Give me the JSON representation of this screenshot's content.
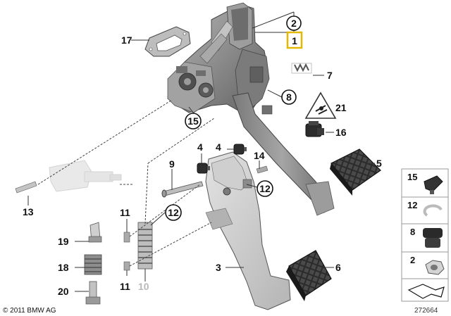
{
  "labels": {
    "l1": "1",
    "l2": "2",
    "l3": "3",
    "l4a": "4",
    "l4b": "4",
    "l5": "5",
    "l6": "6",
    "l7": "7",
    "l8": "8",
    "l9": "9",
    "l10": "10",
    "l11a": "11",
    "l11b": "11",
    "l12a": "12",
    "l12b": "12",
    "l13": "13",
    "l14": "14",
    "l15": "15",
    "l16": "16",
    "l17": "17",
    "l18": "18",
    "l19": "19",
    "l20": "20",
    "l21": "21"
  },
  "legend": {
    "items": [
      {
        "number": "15",
        "icon": "clip-icon"
      },
      {
        "number": "12",
        "icon": "circlip-icon"
      },
      {
        "number": "8",
        "icon": "rubber-buffer-icon"
      },
      {
        "number": "2",
        "icon": "hex-nut-icon"
      },
      {
        "number": "",
        "icon": "arrow-icon"
      }
    ]
  },
  "footer": {
    "copyright": "© 2011 BMW AG",
    "diagram_number": "272664"
  },
  "colors": {
    "highlight": "#e2b800",
    "part_fill": "#8f8f8f",
    "part_dark": "#5a5a5a",
    "greyed_label": "#b9b9b9"
  }
}
